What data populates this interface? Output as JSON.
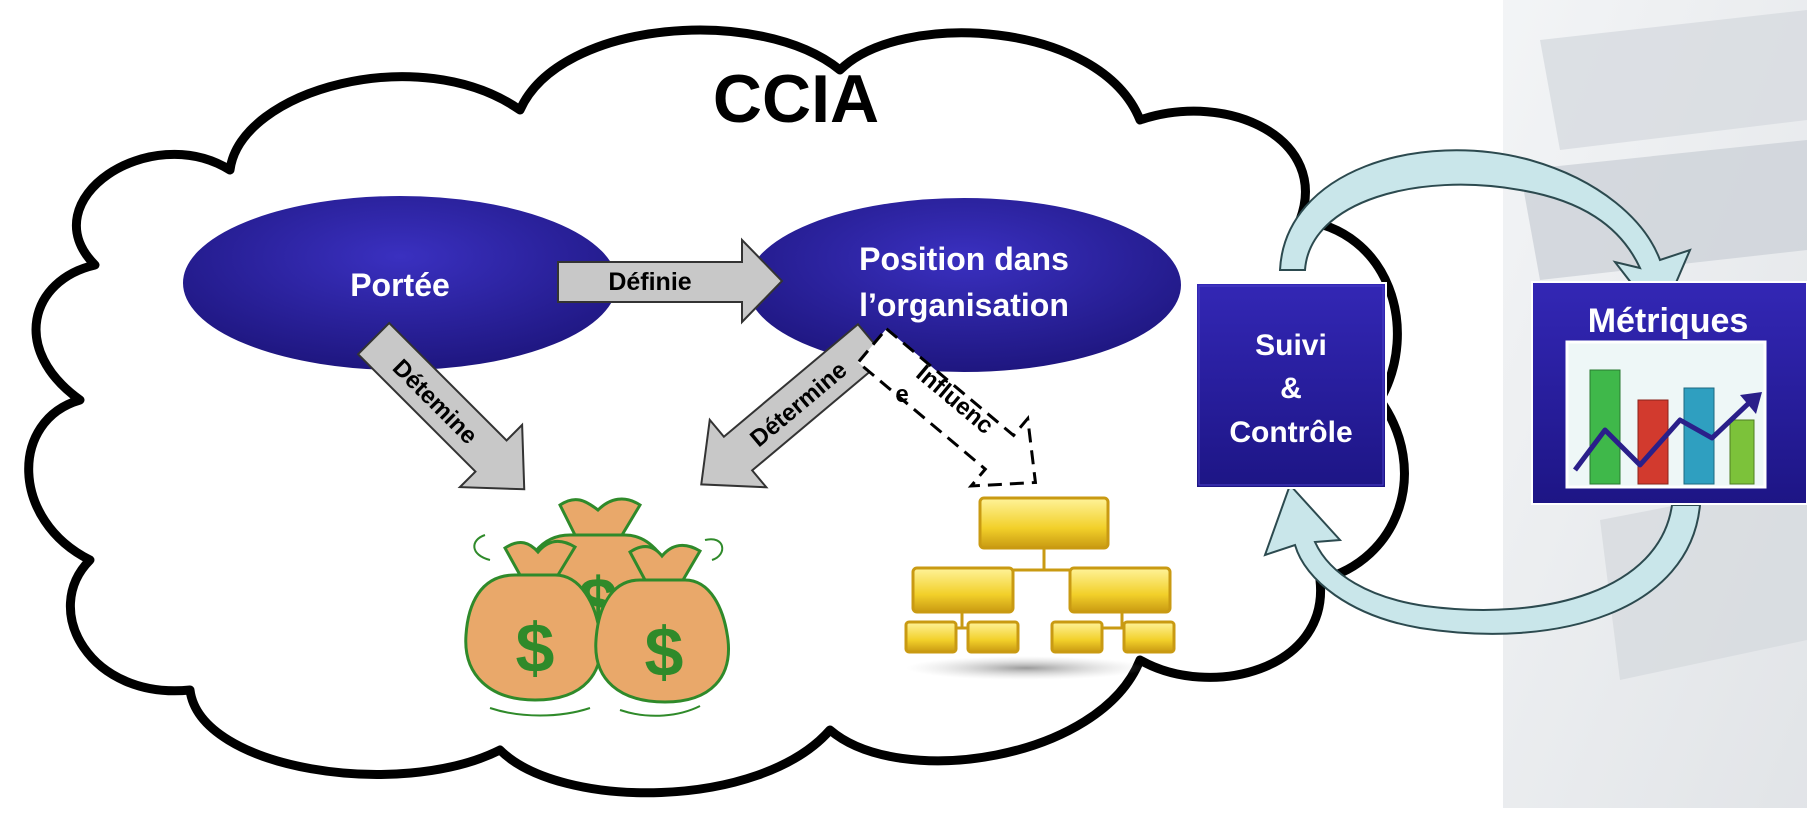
{
  "title": "CCIA",
  "nodes": {
    "portee": "Portée",
    "position_line1": "Position dans",
    "position_line2": "l’organisation",
    "suivi_line1": "Suivi",
    "suivi_line2": "&",
    "suivi_line3": "Contrôle",
    "metriques": "Métriques"
  },
  "arrows": {
    "definie": "Définie",
    "detemine": "Détemine",
    "determine": "Détermine",
    "influence_part1": "Influenc",
    "influence_part2": "e"
  },
  "icons": {
    "money": "money-bags-icon",
    "org": "org-chart-icon",
    "chart": "bar-chart-icon"
  },
  "colors": {
    "ellipse": "#2a1f9e",
    "box": "#2b1fa6",
    "arrow_gray": "#c8c8c8",
    "cycle_arrow": "#c9e6ea",
    "gold": "#f2cf2a",
    "money_green": "#2f8a2a",
    "money_bag": "#e9a86a"
  }
}
